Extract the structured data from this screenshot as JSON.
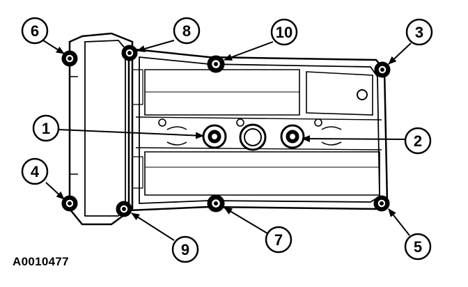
{
  "figure_id": "A0010477",
  "callouts": [
    {
      "num": "1",
      "target": "left-spark-plug-seal"
    },
    {
      "num": "2",
      "target": "right-spark-plug-seal"
    },
    {
      "num": "3",
      "target": "bolt-top-right"
    },
    {
      "num": "4",
      "target": "bolt-bottom-left"
    },
    {
      "num": "5",
      "target": "bolt-bottom-right"
    },
    {
      "num": "6",
      "target": "bolt-top-left"
    },
    {
      "num": "7",
      "target": "bolt-bottom-center"
    },
    {
      "num": "8",
      "target": "bolt-top-left-inner"
    },
    {
      "num": "9",
      "target": "bolt-bottom-left-inner"
    },
    {
      "num": "10",
      "target": "bolt-top-center"
    }
  ]
}
